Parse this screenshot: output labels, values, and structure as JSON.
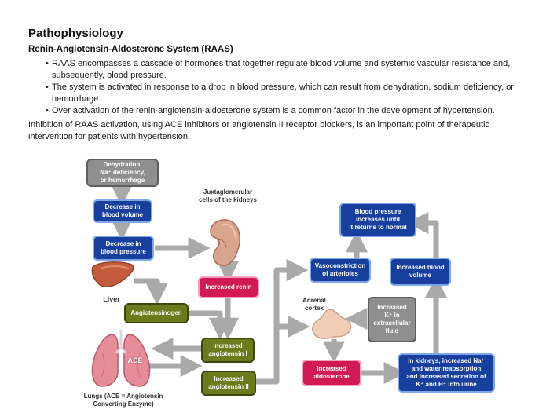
{
  "heading": "Pathophysiology",
  "subheading": "Renin-Angiotensin-Aldosterone System (RAAS)",
  "bullets": [
    "RAAS encompasses a cascade of hormones that together regulate blood volume and systemic vascular resistance and, subsequently, blood pressure.",
    "The system is activated in response to a drop in blood pressure, which can result from dehydration, sodium deficiency, or hemorrhage.",
    "Over activation of the renin-angiotensin-aldosterone system is a common factor in the development of hypertension."
  ],
  "paragraph": "Inhibition of RAAS activation, using ACE inhibitors or angiotensin II receptor blockers, is an important point of therapeutic intervention for patients with hypertension.",
  "diagram": {
    "boxes": {
      "dehydration": "Dehydration,\nNa⁺ deficiency,\nor hemorrhage",
      "decrease_volume": "Decrease in\nblood volume",
      "decrease_pressure": "Decrease in\nblood pressure",
      "increased_renin": "Increased renin",
      "angiotensinogen": "Angiotensinogen",
      "angiotensin_i": "Increased\nangiotensin I",
      "angiotensin_ii": "Increased\nangiotensin II",
      "vasoconstriction": "Vasoconstriction\nof arterioles",
      "increased_volume": "Increased blood\nvolume",
      "bp_increases": "Blood pressure\nincreases until\nit returns to normal",
      "increased_k": "Increased\nK⁺ in\nextracellular\nfluid",
      "increased_aldosterone": "Increased\naldosterone",
      "kidneys_na": "In kidneys, increased Na⁺\nand water reabsorption\nand increased secretion of\nK⁺ and H⁺ into urine"
    },
    "labels": {
      "juxtaglomerular": "Juxtaglomerular\ncells of the kidneys",
      "liver": "Liver",
      "ace": "ACE",
      "lungs": "Lungs (ACE = Angiotensin\nConverting Enzyme)",
      "adrenal": "Adrenal\ncortex"
    },
    "colors": {
      "gray": "#8f8f8f",
      "blue": "#173f9e",
      "red": "#d11a55",
      "olive": "#6b7a1b",
      "arrow": "#a9a9a9"
    },
    "icons": [
      "kidney-illustration",
      "liver-illustration",
      "lungs-illustration",
      "adrenal-gland-illustration"
    ]
  }
}
